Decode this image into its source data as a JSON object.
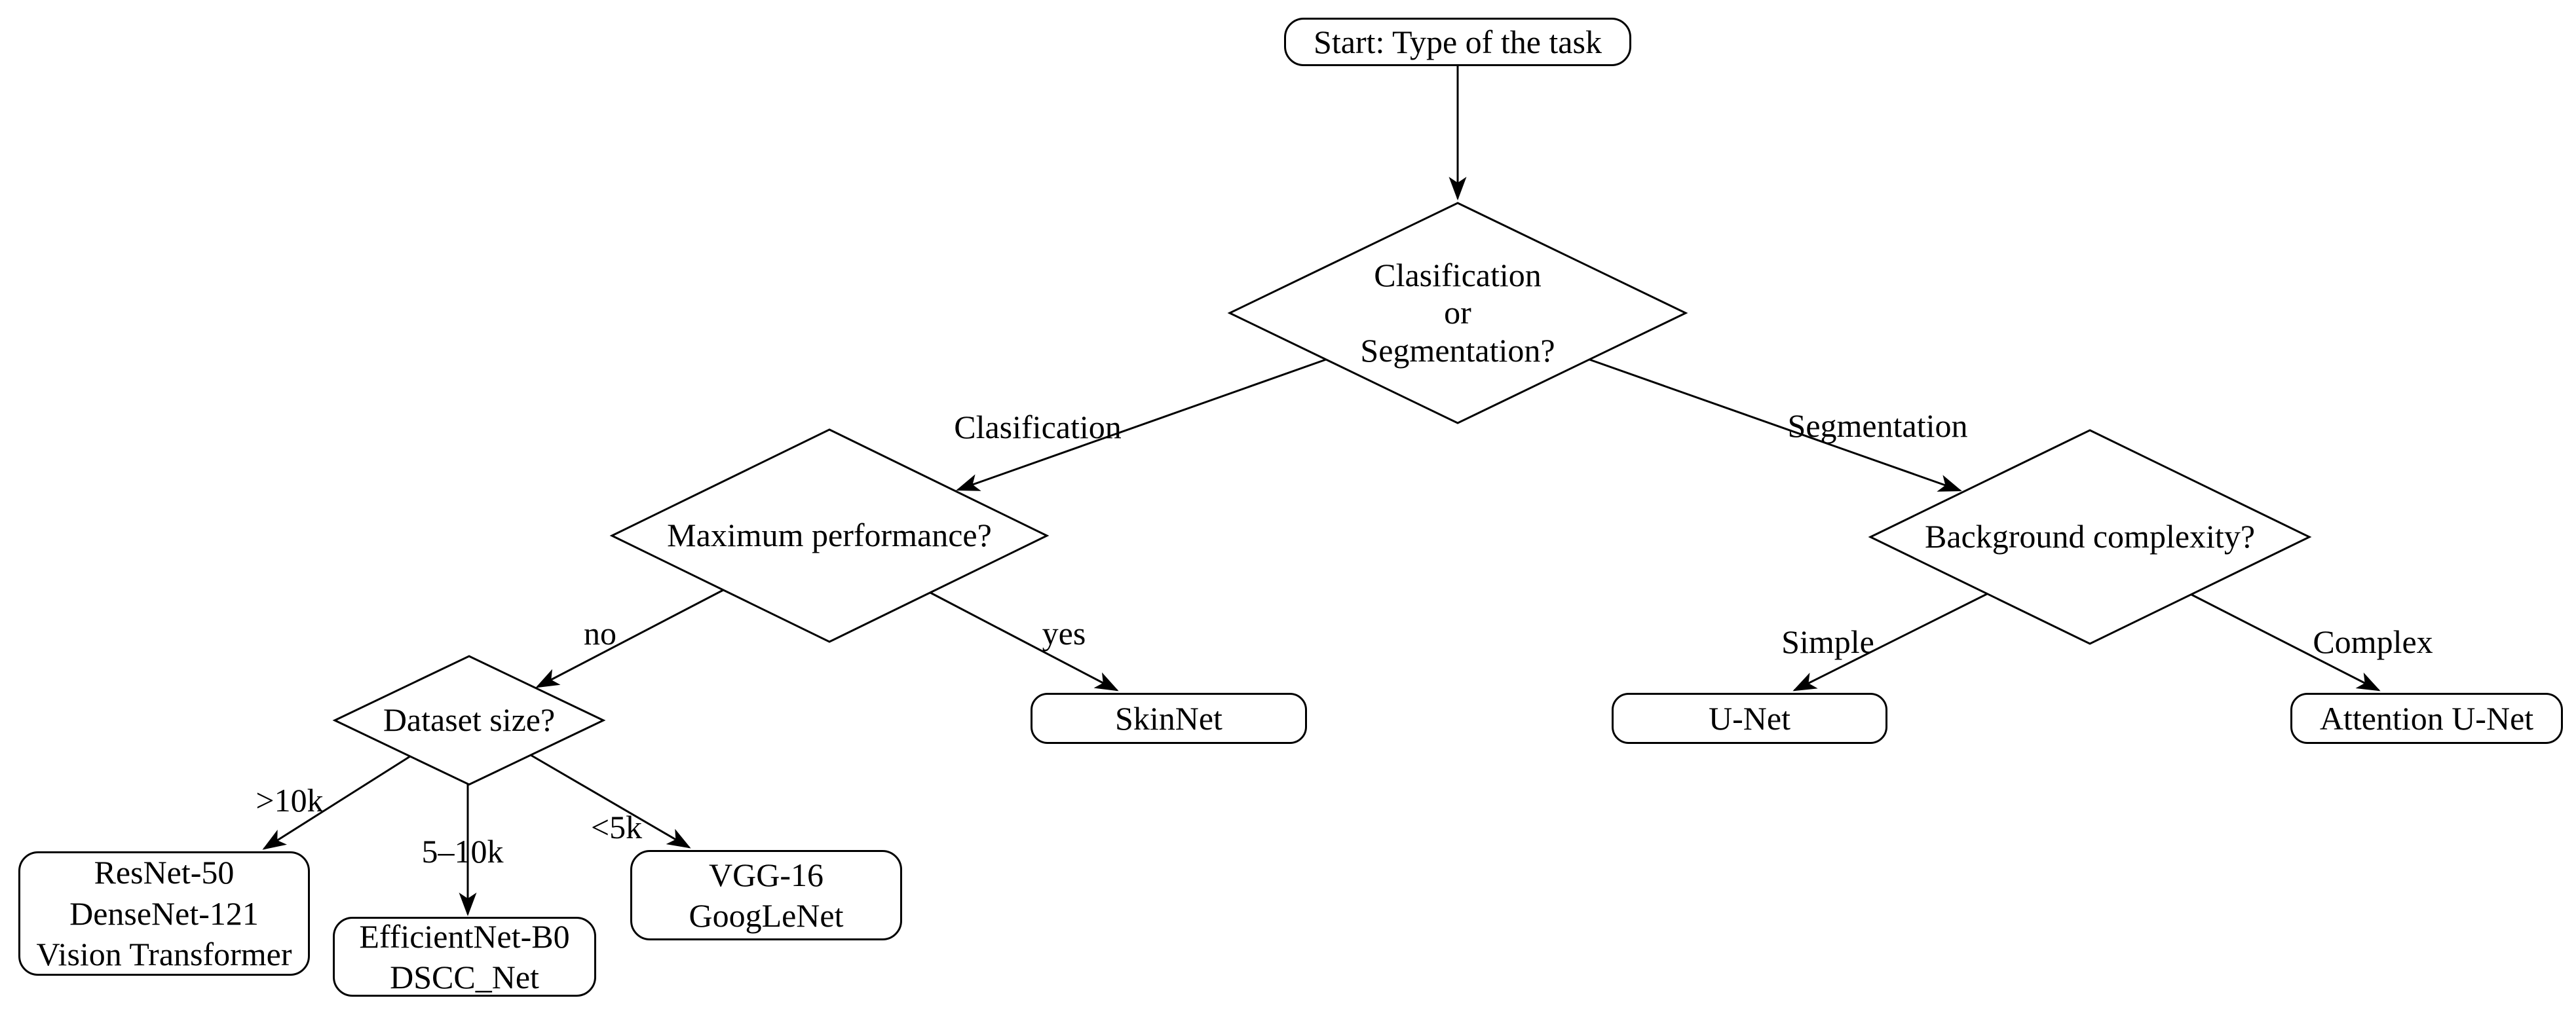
{
  "diagram": {
    "background_color": "#ffffff",
    "stroke_color": "#000000",
    "nodes": {
      "start": {
        "type": "start",
        "label": "Start: Type of the task"
      },
      "task_type": {
        "type": "decision",
        "lines": [
          "Clasification",
          "or",
          "Segmentation?"
        ]
      },
      "max_performance": {
        "type": "decision",
        "label": "Maximum performance?"
      },
      "dataset_size": {
        "type": "decision",
        "label": "Dataset size?"
      },
      "background_complexity": {
        "type": "decision",
        "label": "Background complexity?"
      },
      "large_dataset_models": {
        "type": "result",
        "lines": [
          "ResNet-50",
          "DenseNet-121",
          "Vision Transformer"
        ]
      },
      "medium_dataset_models": {
        "type": "result",
        "lines": [
          "EfficientNet-B0",
          "DSCC_Net"
        ]
      },
      "small_dataset_models": {
        "type": "result",
        "lines": [
          "VGG-16",
          "GoogLeNet"
        ]
      },
      "skinnet": {
        "type": "result",
        "label": "SkinNet"
      },
      "unet": {
        "type": "result",
        "label": "U-Net"
      },
      "attention_unet": {
        "type": "result",
        "label": "Attention U-Net"
      }
    },
    "edge_labels": {
      "to_classification": "Clasification",
      "to_segmentation": "Segmentation",
      "no": "no",
      "yes": "yes",
      "gt_10k": ">10k",
      "between_5_and_10k": "5–10k",
      "lt_5k": "<5k",
      "simple": "Simple",
      "complex": "Complex"
    }
  }
}
